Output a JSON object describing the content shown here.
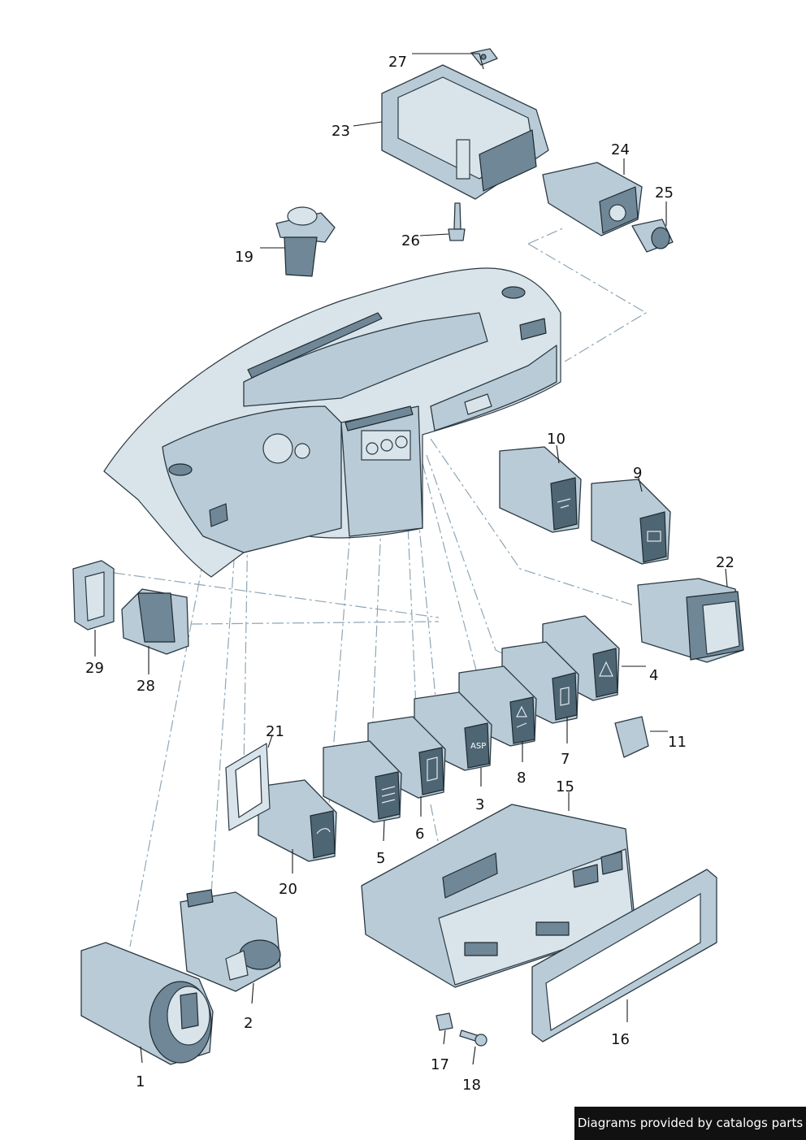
{
  "labels": {
    "p1": "1",
    "p2": "2",
    "p3": "3",
    "p4": "4",
    "p5": "5",
    "p6": "6",
    "p7": "7",
    "p8": "8",
    "p9": "9",
    "p10": "10",
    "p11": "11",
    "p15": "15",
    "p16": "16",
    "p17": "17",
    "p18": "18",
    "p19": "19",
    "p20": "20",
    "p21": "21",
    "p22": "22",
    "p23": "23",
    "p24": "24",
    "p25": "25",
    "p26": "26",
    "p27": "27",
    "p28": "28",
    "p29": "29"
  },
  "switch_text": {
    "asp": "ASP"
  },
  "footer": {
    "credit": "Diagrams provided by catalogs parts"
  },
  "colors": {
    "part_fill": "#b9cbd6",
    "outline": "#2b3a44",
    "dash_line": "#8fa6b4",
    "footer_bg": "#111111"
  }
}
